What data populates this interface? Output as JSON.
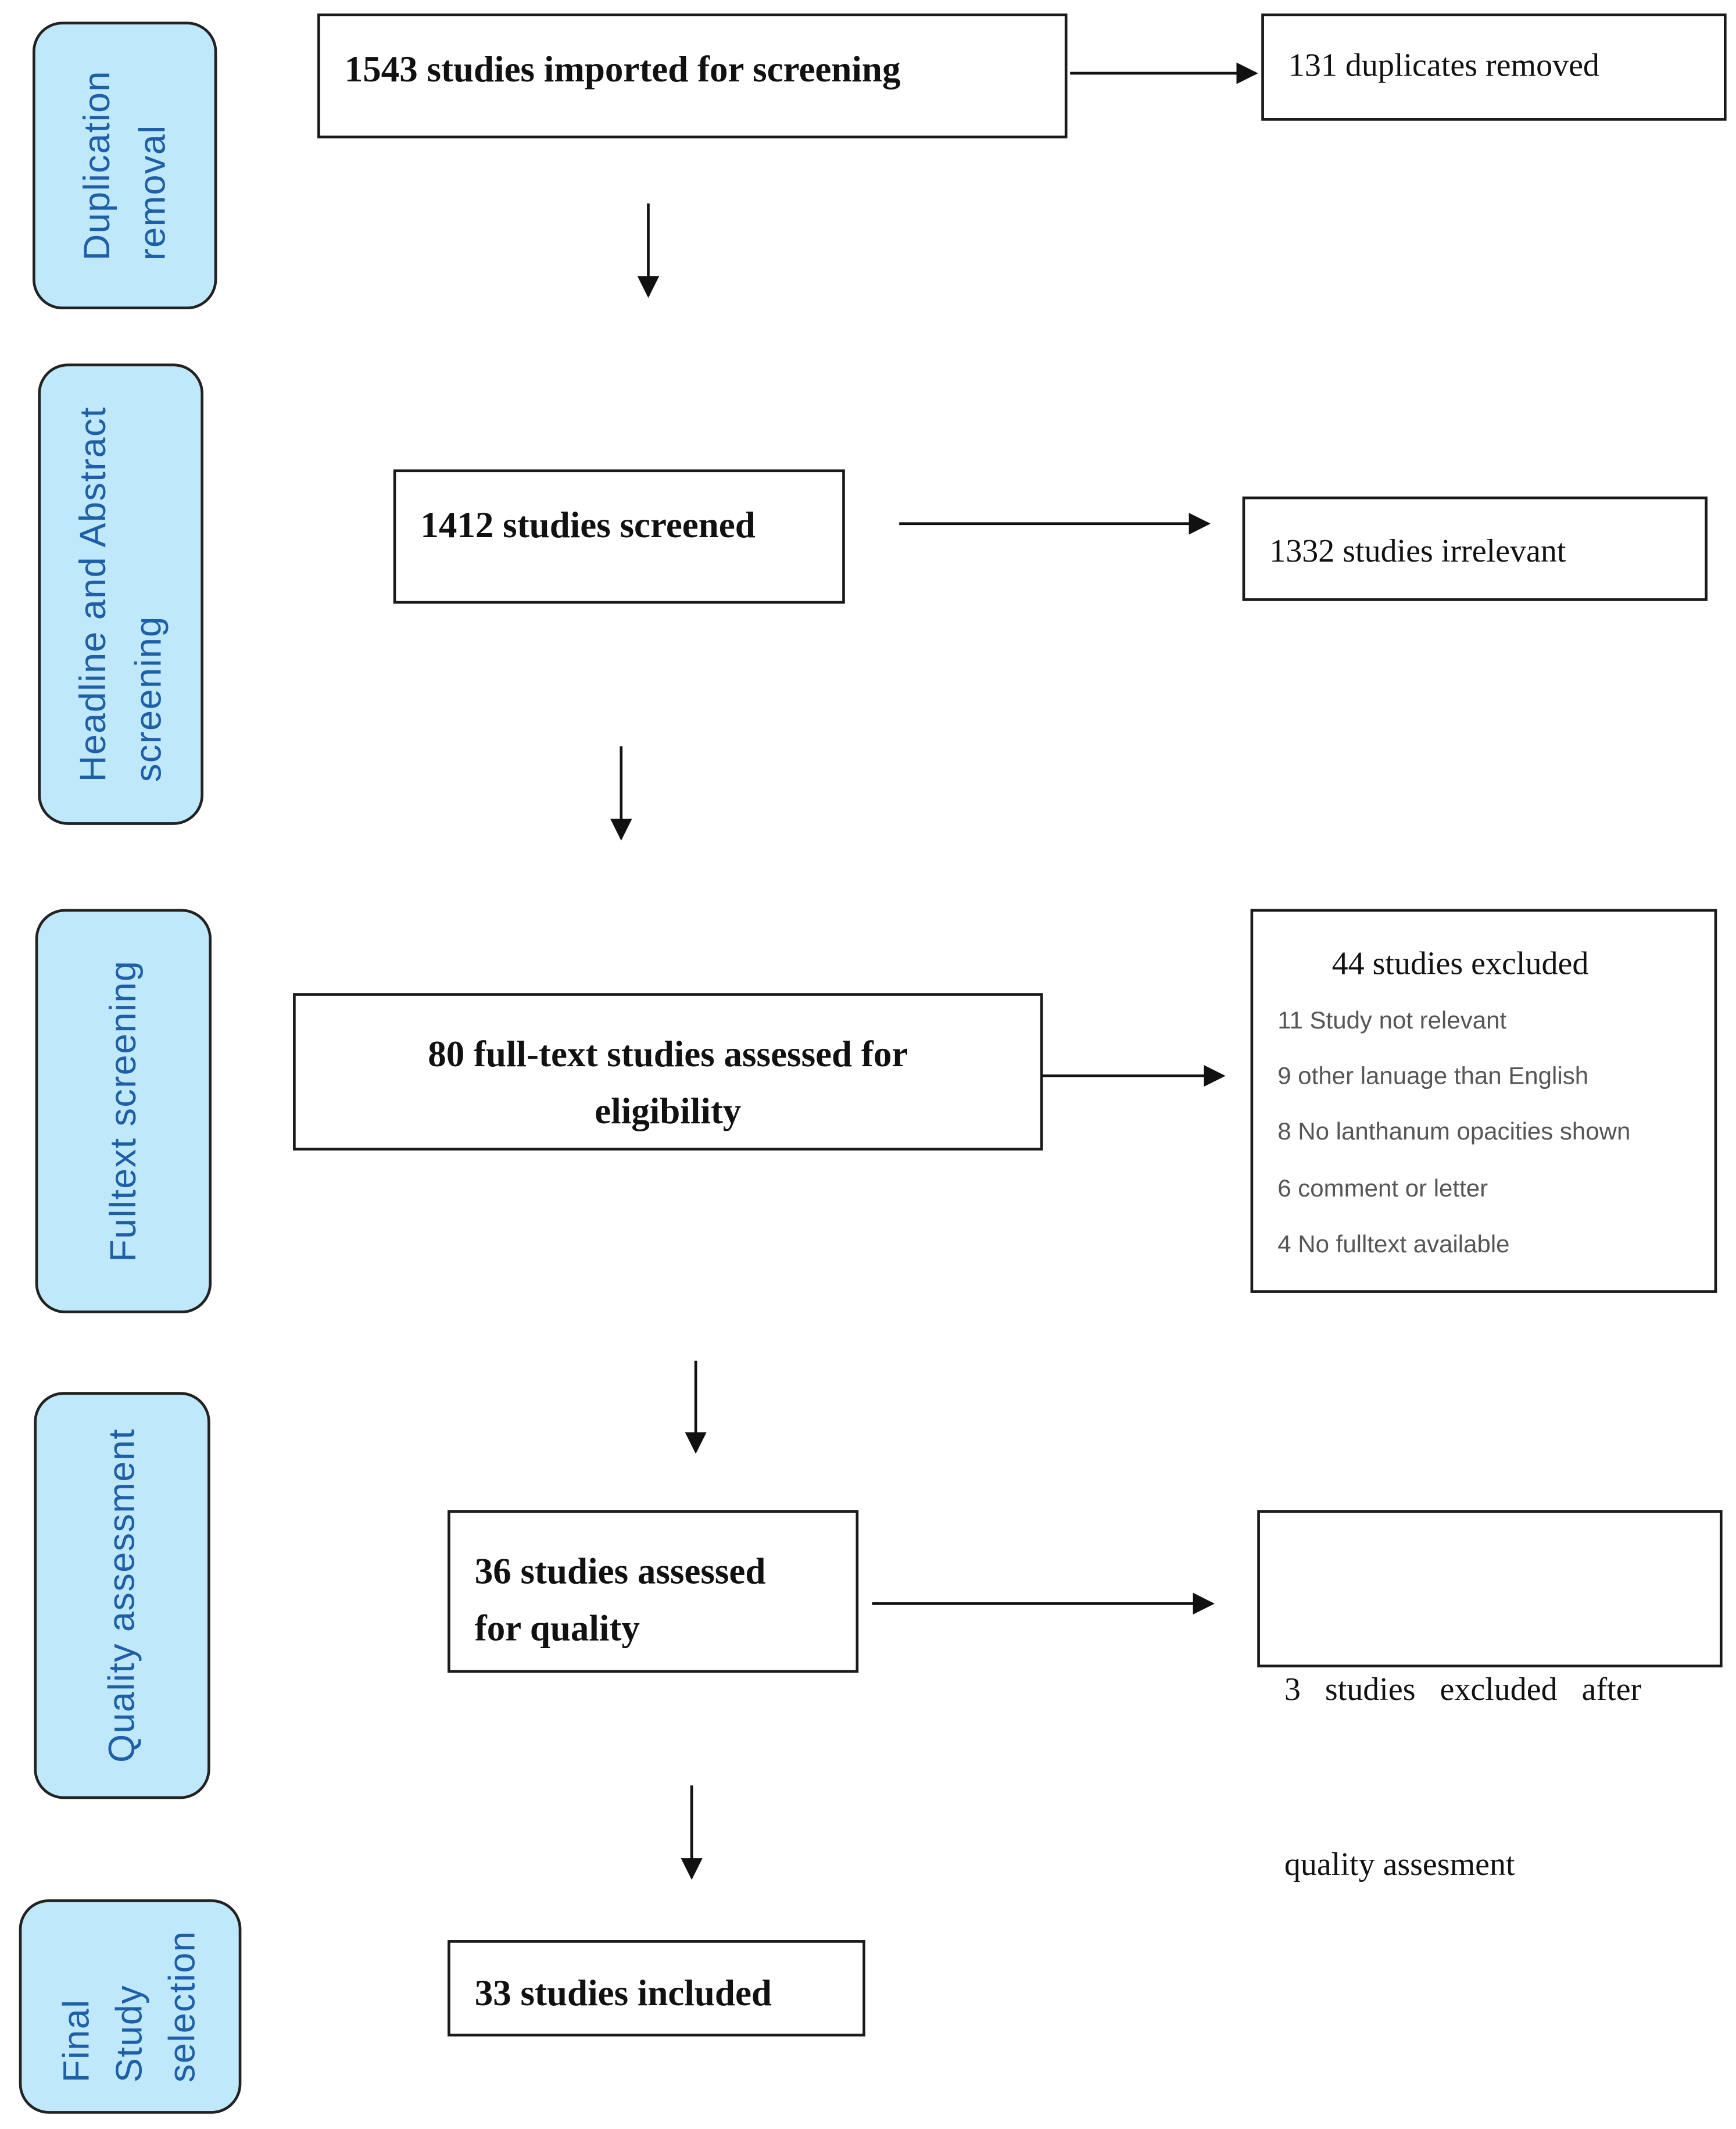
{
  "phases": {
    "duplication": [
      "Duplication",
      "removal"
    ],
    "headline": [
      "Headline and Abstract",
      "screening"
    ],
    "fulltext": [
      "Fulltext screening"
    ],
    "quality": [
      "Quality assessment"
    ],
    "final": [
      "Final",
      "Study",
      "selection"
    ]
  },
  "main": {
    "imported": "1543 studies imported for screening",
    "screened": "1412 studies screened",
    "fulltext_line1": "80 full-text studies assessed for",
    "fulltext_line2": "eligibility",
    "quality_line1": "36 studies assessed",
    "quality_line2": "for quality",
    "included": "33 studies included"
  },
  "side": {
    "duplicates": "131 duplicates removed",
    "irrelevant": "1332 studies irrelevant",
    "excluded_title": "44 studies excluded",
    "excluded_reasons": [
      "11 Study not relevant",
      "9 other lanuage than English",
      "8 No lanthanum opacities shown",
      "6 comment or letter",
      "4 No fulltext available"
    ],
    "quality_excluded_line1": "3   studies   excluded   after",
    "quality_excluded_line2": "quality assesment"
  }
}
